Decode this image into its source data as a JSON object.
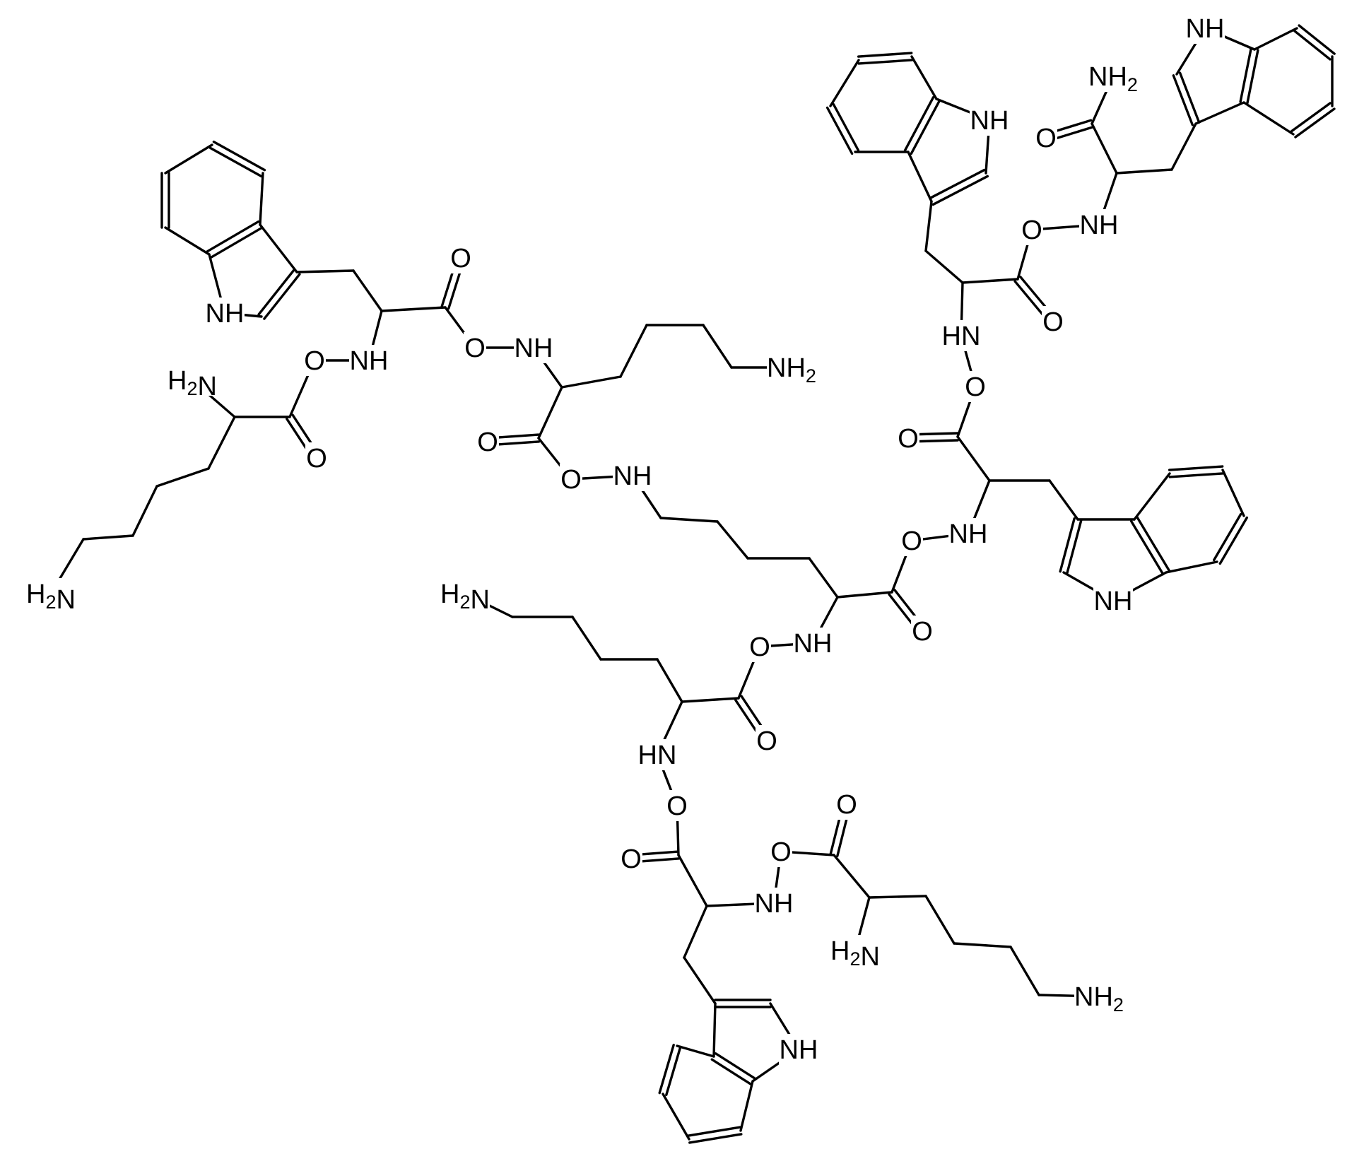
{
  "diagram": {
    "type": "chemical-structure",
    "background_color": "#ffffff",
    "line_color": "#000000",
    "atoms": [
      {
        "id": "trp1-n1",
        "el": "NH"
      },
      {
        "id": "trp1-c2",
        "el": ""
      },
      {
        "id": "trp1-c3",
        "el": ""
      },
      {
        "id": "trp1-c3a",
        "el": ""
      },
      {
        "id": "trp1-c4",
        "el": ""
      },
      {
        "id": "trp1-c5",
        "el": ""
      },
      {
        "id": "trp1-c6",
        "el": ""
      },
      {
        "id": "trp1-c7",
        "el": ""
      },
      {
        "id": "trp1-c7a",
        "el": ""
      },
      {
        "id": "trp1-cb",
        "el": ""
      },
      {
        "id": "trp1-ca",
        "el": ""
      },
      {
        "id": "trp1-c",
        "el": ""
      },
      {
        "id": "trp1-od",
        "el": "O"
      },
      {
        "id": "trp1-o",
        "el": "O"
      },
      {
        "id": "trp1-n",
        "el": "NH"
      },
      {
        "id": "lys1-o",
        "el": "O"
      },
      {
        "id": "lys1-c",
        "el": ""
      },
      {
        "id": "lys1-od",
        "el": "O"
      },
      {
        "id": "lys1-ca",
        "el": ""
      },
      {
        "id": "lys1-na",
        "el": "H2N"
      },
      {
        "id": "lys1-cb",
        "el": ""
      },
      {
        "id": "lys1-cg",
        "el": ""
      },
      {
        "id": "lys1-cd",
        "el": ""
      },
      {
        "id": "lys1-ce",
        "el": ""
      },
      {
        "id": "lys1-nz",
        "el": "H2N"
      },
      {
        "id": "lys2-na",
        "el": "NH"
      },
      {
        "id": "lys2-ca",
        "el": ""
      },
      {
        "id": "lys2-cb",
        "el": ""
      },
      {
        "id": "lys2-cg",
        "el": ""
      },
      {
        "id": "lys2-cd",
        "el": ""
      },
      {
        "id": "lys2-ce",
        "el": ""
      },
      {
        "id": "lys2-nz",
        "el": "NH2"
      },
      {
        "id": "lys2-c",
        "el": ""
      },
      {
        "id": "lys2-od",
        "el": "O"
      },
      {
        "id": "lys2-o",
        "el": "O"
      },
      {
        "id": "lys3-nz",
        "el": "NH"
      },
      {
        "id": "lys3-ce",
        "el": ""
      },
      {
        "id": "lys3-cd",
        "el": ""
      },
      {
        "id": "lys3-cg",
        "el": ""
      },
      {
        "id": "lys3-cb",
        "el": ""
      },
      {
        "id": "lys3-ca",
        "el": ""
      },
      {
        "id": "lys3-c",
        "el": ""
      },
      {
        "id": "lys3-od",
        "el": "O"
      },
      {
        "id": "lys3-na",
        "el": "NH"
      },
      {
        "id": "lys3-o",
        "el": "O"
      },
      {
        "id": "trp2-n",
        "el": "NH"
      },
      {
        "id": "trp2-ca",
        "el": ""
      },
      {
        "id": "trp2-cb",
        "el": ""
      },
      {
        "id": "trp2-c3",
        "el": ""
      },
      {
        "id": "trp2-c2",
        "el": ""
      },
      {
        "id": "trp2-n1",
        "el": "NH"
      },
      {
        "id": "trp2-c7a",
        "el": ""
      },
      {
        "id": "trp2-c7",
        "el": ""
      },
      {
        "id": "trp2-c6",
        "el": ""
      },
      {
        "id": "trp2-c5",
        "el": ""
      },
      {
        "id": "trp2-c4",
        "el": ""
      },
      {
        "id": "trp2-c3a",
        "el": ""
      },
      {
        "id": "trp2-c",
        "el": ""
      },
      {
        "id": "trp2-od",
        "el": "O"
      },
      {
        "id": "trp2-o",
        "el": "O"
      },
      {
        "id": "trp3-n",
        "el": "HN"
      },
      {
        "id": "trp3-ca",
        "el": ""
      },
      {
        "id": "trp3-c",
        "el": ""
      },
      {
        "id": "trp3-od",
        "el": "O"
      },
      {
        "id": "trp3-o",
        "el": "O"
      },
      {
        "id": "trp3-cb",
        "el": ""
      },
      {
        "id": "trp3-c3",
        "el": ""
      },
      {
        "id": "trp3-c2",
        "el": ""
      },
      {
        "id": "trp3-n1",
        "el": "NH"
      },
      {
        "id": "trp3-c7a",
        "el": ""
      },
      {
        "id": "trp3-c7",
        "el": ""
      },
      {
        "id": "trp3-c6",
        "el": ""
      },
      {
        "id": "trp3-c5",
        "el": ""
      },
      {
        "id": "trp3-c4",
        "el": ""
      },
      {
        "id": "trp3-c3a",
        "el": ""
      },
      {
        "id": "trp4-n",
        "el": "NH"
      },
      {
        "id": "trp4-ca",
        "el": ""
      },
      {
        "id": "trp4-c",
        "el": ""
      },
      {
        "id": "trp4-od",
        "el": "O"
      },
      {
        "id": "trp4-nh2",
        "el": "NH2"
      },
      {
        "id": "trp4-cb",
        "el": ""
      },
      {
        "id": "trp4-c3",
        "el": ""
      },
      {
        "id": "trp4-c2",
        "el": ""
      },
      {
        "id": "trp4-n1",
        "el": "NH"
      },
      {
        "id": "trp4-c7a",
        "el": ""
      },
      {
        "id": "trp4-c7",
        "el": ""
      },
      {
        "id": "trp4-c6",
        "el": ""
      },
      {
        "id": "trp4-c5",
        "el": ""
      },
      {
        "id": "trp4-c4",
        "el": ""
      },
      {
        "id": "trp4-c3a",
        "el": ""
      },
      {
        "id": "lys4-ca",
        "el": ""
      },
      {
        "id": "lys4-c",
        "el": ""
      },
      {
        "id": "lys4-od",
        "el": "O"
      },
      {
        "id": "lys4-cb",
        "el": ""
      },
      {
        "id": "lys4-cg",
        "el": ""
      },
      {
        "id": "lys4-cd",
        "el": ""
      },
      {
        "id": "lys4-ce",
        "el": ""
      },
      {
        "id": "lys4-nz",
        "el": "H2N"
      },
      {
        "id": "lys4-na",
        "el": "HN"
      },
      {
        "id": "lys4-o",
        "el": "O"
      },
      {
        "id": "trp5-c",
        "el": ""
      },
      {
        "id": "trp5-od",
        "el": "O"
      },
      {
        "id": "trp5-ca",
        "el": ""
      },
      {
        "id": "trp5-n",
        "el": "NH"
      },
      {
        "id": "trp5-o",
        "el": "O"
      },
      {
        "id": "trp5-cb",
        "el": ""
      },
      {
        "id": "trp5-c3",
        "el": ""
      },
      {
        "id": "trp5-c2",
        "el": ""
      },
      {
        "id": "trp5-n1",
        "el": "NH"
      },
      {
        "id": "trp5-c7a",
        "el": ""
      },
      {
        "id": "trp5-c7",
        "el": ""
      },
      {
        "id": "trp5-c6",
        "el": ""
      },
      {
        "id": "trp5-c5",
        "el": ""
      },
      {
        "id": "trp5-c4",
        "el": ""
      },
      {
        "id": "trp5-c3a",
        "el": ""
      },
      {
        "id": "lys5-c",
        "el": ""
      },
      {
        "id": "lys5-od",
        "el": "O"
      },
      {
        "id": "lys5-ca",
        "el": ""
      },
      {
        "id": "lys5-na",
        "el": "H2N"
      },
      {
        "id": "lys5-cb",
        "el": ""
      },
      {
        "id": "lys5-cg",
        "el": ""
      },
      {
        "id": "lys5-cd",
        "el": ""
      },
      {
        "id": "lys5-ce",
        "el": ""
      },
      {
        "id": "lys5-nz",
        "el": "NH2"
      }
    ],
    "bonds": [
      [
        "trp1-n1",
        "trp1-c2",
        1
      ],
      [
        "trp1-c2",
        "trp1-c3",
        2
      ],
      [
        "trp1-c3",
        "trp1-c3a",
        1
      ],
      [
        "trp1-c3a",
        "trp1-c7a",
        2
      ],
      [
        "trp1-c7a",
        "trp1-n1",
        1
      ],
      [
        "trp1-c3a",
        "trp1-c4",
        1
      ],
      [
        "trp1-c4",
        "trp1-c5",
        2
      ],
      [
        "trp1-c5",
        "trp1-c6",
        1
      ],
      [
        "trp1-c6",
        "trp1-c7",
        2
      ],
      [
        "trp1-c7",
        "trp1-c7a",
        1
      ],
      [
        "trp1-c3",
        "trp1-cb",
        1
      ],
      [
        "trp1-cb",
        "trp1-ca",
        1
      ],
      [
        "trp1-ca",
        "trp1-c",
        1
      ],
      [
        "trp1-c",
        "trp1-od",
        2
      ],
      [
        "trp1-c",
        "trp1-o",
        1
      ],
      [
        "trp1-o",
        "lys2-na",
        1
      ],
      [
        "trp1-ca",
        "trp1-n",
        1
      ],
      [
        "trp1-n",
        "lys1-o",
        1
      ],
      [
        "lys1-o",
        "lys1-c",
        1
      ],
      [
        "lys1-c",
        "lys1-od",
        2
      ],
      [
        "lys1-c",
        "lys1-ca",
        1
      ],
      [
        "lys1-ca",
        "lys1-na",
        1
      ],
      [
        "lys1-ca",
        "lys1-cb",
        1
      ],
      [
        "lys1-cb",
        "lys1-cg",
        1
      ],
      [
        "lys1-cg",
        "lys1-cd",
        1
      ],
      [
        "lys1-cd",
        "lys1-ce",
        1
      ],
      [
        "lys1-ce",
        "lys1-nz",
        1
      ],
      [
        "lys2-na",
        "lys2-ca",
        1
      ],
      [
        "lys2-ca",
        "lys2-cb",
        1
      ],
      [
        "lys2-cb",
        "lys2-cg",
        1
      ],
      [
        "lys2-cg",
        "lys2-cd",
        1
      ],
      [
        "lys2-cd",
        "lys2-ce",
        1
      ],
      [
        "lys2-ce",
        "lys2-nz",
        1
      ],
      [
        "lys2-ca",
        "lys2-c",
        1
      ],
      [
        "lys2-c",
        "lys2-od",
        2
      ],
      [
        "lys2-c",
        "lys2-o",
        1
      ],
      [
        "lys2-o",
        "lys3-nz",
        1
      ],
      [
        "lys3-nz",
        "lys3-ce",
        1
      ],
      [
        "lys3-ce",
        "lys3-cd",
        1
      ],
      [
        "lys3-cd",
        "lys3-cg",
        1
      ],
      [
        "lys3-cg",
        "lys3-cb",
        1
      ],
      [
        "lys3-cb",
        "lys3-ca",
        1
      ],
      [
        "lys3-ca",
        "lys3-c",
        1
      ],
      [
        "lys3-c",
        "lys3-od",
        2
      ],
      [
        "lys3-c",
        "lys3-o",
        1
      ],
      [
        "lys3-o",
        "trp2-n",
        1
      ],
      [
        "lys3-ca",
        "lys3-na",
        1
      ],
      [
        "trp2-n",
        "trp2-ca",
        1
      ],
      [
        "trp2-ca",
        "trp2-cb",
        1
      ],
      [
        "trp2-cb",
        "trp2-c3",
        1
      ],
      [
        "trp2-c3",
        "trp2-c2",
        2
      ],
      [
        "trp2-c2",
        "trp2-n1",
        1
      ],
      [
        "trp2-n1",
        "trp2-c7a",
        1
      ],
      [
        "trp2-c7a",
        "trp2-c3a",
        2
      ],
      [
        "trp2-c3a",
        "trp2-c3",
        1
      ],
      [
        "trp2-c7a",
        "trp2-c7",
        1
      ],
      [
        "trp2-c7",
        "trp2-c6",
        2
      ],
      [
        "trp2-c6",
        "trp2-c5",
        1
      ],
      [
        "trp2-c5",
        "trp2-c4",
        2
      ],
      [
        "trp2-c4",
        "trp2-c3a",
        1
      ],
      [
        "trp2-ca",
        "trp2-c",
        1
      ],
      [
        "trp2-c",
        "trp2-od",
        2
      ],
      [
        "trp2-c",
        "trp2-o",
        1
      ],
      [
        "trp2-o",
        "trp3-n",
        1
      ],
      [
        "trp3-n",
        "trp3-ca",
        1
      ],
      [
        "trp3-ca",
        "trp3-c",
        1
      ],
      [
        "trp3-c",
        "trp3-od",
        2
      ],
      [
        "trp3-c",
        "trp3-o",
        1
      ],
      [
        "trp3-o",
        "trp4-n",
        1
      ],
      [
        "trp3-ca",
        "trp3-cb",
        1
      ],
      [
        "trp3-cb",
        "trp3-c3",
        1
      ],
      [
        "trp3-c3",
        "trp3-c2",
        2
      ],
      [
        "trp3-c2",
        "trp3-n1",
        1
      ],
      [
        "trp3-n1",
        "trp3-c7a",
        1
      ],
      [
        "trp3-c7a",
        "trp3-c3a",
        2
      ],
      [
        "trp3-c3a",
        "trp3-c3",
        1
      ],
      [
        "trp3-c7a",
        "trp3-c7",
        1
      ],
      [
        "trp3-c7",
        "trp3-c6",
        2
      ],
      [
        "trp3-c6",
        "trp3-c5",
        1
      ],
      [
        "trp3-c5",
        "trp3-c4",
        2
      ],
      [
        "trp3-c4",
        "trp3-c3a",
        1
      ],
      [
        "trp4-n",
        "trp4-ca",
        1
      ],
      [
        "trp4-ca",
        "trp4-c",
        1
      ],
      [
        "trp4-c",
        "trp4-od",
        2
      ],
      [
        "trp4-c",
        "trp4-nh2",
        1
      ],
      [
        "trp4-ca",
        "trp4-cb",
        1
      ],
      [
        "trp4-cb",
        "trp4-c3",
        1
      ],
      [
        "trp4-c3",
        "trp4-c2",
        2
      ],
      [
        "trp4-c2",
        "trp4-n1",
        1
      ],
      [
        "trp4-n1",
        "trp4-c7a",
        1
      ],
      [
        "trp4-c7a",
        "trp4-c3a",
        2
      ],
      [
        "trp4-c3a",
        "trp4-c3",
        1
      ],
      [
        "trp4-c7a",
        "trp4-c7",
        1
      ],
      [
        "trp4-c7",
        "trp4-c6",
        2
      ],
      [
        "trp4-c6",
        "trp4-c5",
        1
      ],
      [
        "trp4-c5",
        "trp4-c4",
        2
      ],
      [
        "trp4-c4",
        "trp4-c3a",
        1
      ],
      [
        "lys3-na",
        "lys4-o",
        1
      ],
      [
        "lys4-o",
        "lys4-c",
        1
      ],
      [
        "lys4-c",
        "lys4-od",
        2
      ],
      [
        "lys4-c",
        "lys4-ca",
        1
      ],
      [
        "lys4-ca",
        "lys4-cb",
        1
      ],
      [
        "lys4-cb",
        "lys4-cg",
        1
      ],
      [
        "lys4-cg",
        "lys4-cd",
        1
      ],
      [
        "lys4-cd",
        "lys4-ce",
        1
      ],
      [
        "lys4-ce",
        "lys4-nz",
        1
      ],
      [
        "lys4-ca",
        "lys4-na",
        1
      ],
      [
        "lys4-na",
        "trp5-o",
        1
      ],
      [
        "trp5-o",
        "trp5-c",
        1
      ],
      [
        "trp5-c",
        "trp5-od",
        2
      ],
      [
        "trp5-c",
        "trp5-ca",
        1
      ],
      [
        "trp5-ca",
        "trp5-n",
        1
      ],
      [
        "trp5-n",
        "lys5-od",
        1
      ],
      [
        "trp5-ca",
        "trp5-cb",
        1
      ],
      [
        "trp5-cb",
        "trp5-c3",
        1
      ],
      [
        "trp5-c3",
        "trp5-c2",
        2
      ],
      [
        "trp5-c2",
        "trp5-n1",
        1
      ],
      [
        "trp5-n1",
        "trp5-c7a",
        1
      ],
      [
        "trp5-c7a",
        "trp5-c3a",
        2
      ],
      [
        "trp5-c3a",
        "trp5-c3",
        1
      ],
      [
        "trp5-c7a",
        "trp5-c7",
        1
      ],
      [
        "trp5-c7",
        "trp5-c6",
        2
      ],
      [
        "trp5-c6",
        "trp5-c5",
        1
      ],
      [
        "trp5-c5",
        "trp5-c4",
        2
      ],
      [
        "trp5-c4",
        "trp5-c3a",
        1
      ],
      [
        "lys5-od",
        "lys5-c",
        1
      ],
      [
        "lys5-c",
        "lys5-od2",
        2
      ],
      [
        "lys5-c",
        "lys5-ca",
        1
      ],
      [
        "lys5-ca",
        "lys5-na",
        1
      ],
      [
        "lys5-ca",
        "lys5-cb",
        1
      ],
      [
        "lys5-cb",
        "lys5-cg",
        1
      ],
      [
        "lys5-cg",
        "lys5-cd",
        1
      ],
      [
        "lys5-cd",
        "lys5-ce",
        1
      ],
      [
        "lys5-ce",
        "lys5-nz",
        1
      ]
    ]
  }
}
